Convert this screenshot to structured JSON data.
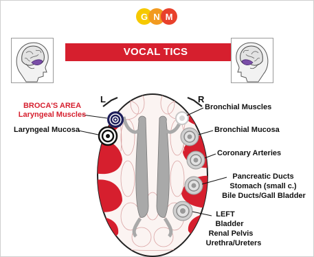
{
  "logo": {
    "letters": [
      "G",
      "N",
      "M"
    ],
    "colors": [
      "#f4b400",
      "#f08a24",
      "#e8412c"
    ]
  },
  "title": "VOCAL TICS",
  "side_labels": {
    "left": "L",
    "right": "R"
  },
  "left_labels": {
    "broca": "BROCA'S AREA",
    "laryngeal_muscles": "Laryngeal Muscles",
    "laryngeal_mucosa": "Laryngeal Mucosa"
  },
  "right_labels": {
    "bronchial_muscles": "Bronchial Muscles",
    "bronchial_mucosa": "Bronchial Mucosa",
    "coronary_arteries": "Coronary Arteries",
    "pancreatic": "Pancreatic Ducts",
    "stomach": "Stomach (small c.)",
    "bile": "Bile Ducts/Gall Bladder",
    "left_word": "LEFT",
    "bladder": "Bladder",
    "renal": "Renal Pelvis",
    "urethra": "Urethra/Ureters"
  },
  "colors": {
    "accent": "#d61f2e",
    "brain_highlight": "#7a4ea8"
  }
}
